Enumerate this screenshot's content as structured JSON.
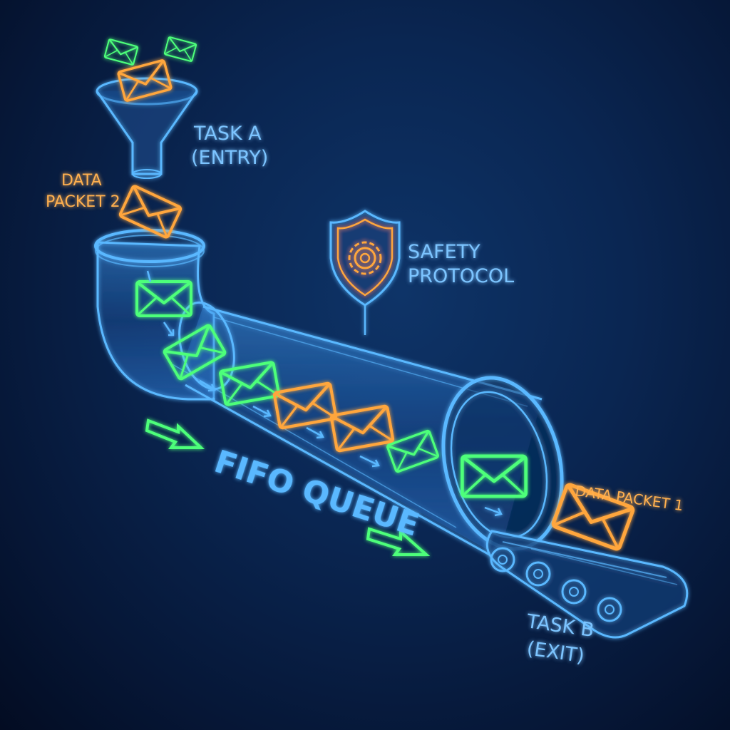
{
  "labels": {
    "task_a_line1": "TASK A",
    "task_a_line2": "(ENTRY)",
    "packet2_line1": "DATA",
    "packet2_line2": "PACKET 2",
    "safety_line1": "SAFETY",
    "safety_line2": "PROTOCOL",
    "queue_title": "FIFO QUEUE",
    "packet1": "DATA PACKET 1",
    "task_b_line1": "TASK B",
    "task_b_line2": "(EXIT)"
  },
  "colors": {
    "background": "#0a2652",
    "pipe": "#5ab8ff",
    "green_packet": "#4dff7a",
    "orange_packet": "#ffa63d",
    "label_blue": "#7cc4ff",
    "label_orange": "#ffb050"
  },
  "icons": [
    "envelope-icon",
    "funnel-icon",
    "shield-gear-icon",
    "conveyor-belt-icon",
    "arrow-icon"
  ]
}
